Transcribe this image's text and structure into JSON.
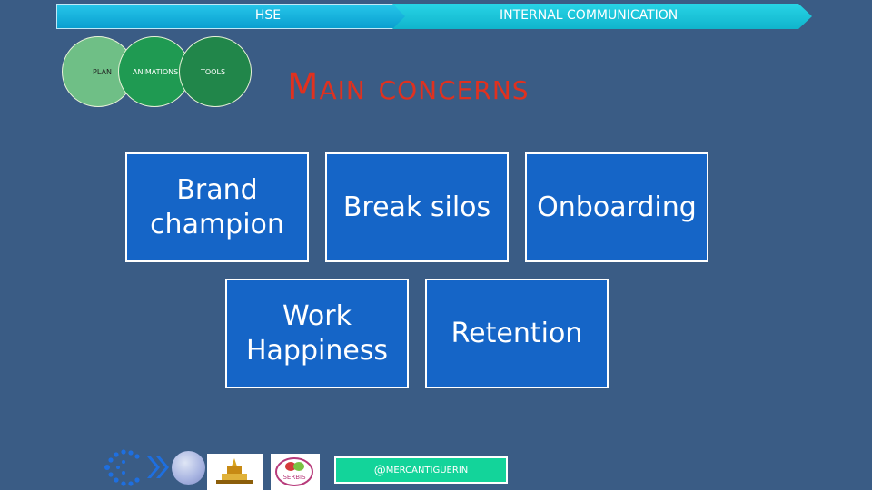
{
  "nav": {
    "hse_label": "HSE",
    "internal_comm_label": "INTERNAL COMMUNICATION"
  },
  "circles": {
    "plan": "PLAN",
    "animations": "ANIMATIONS",
    "tools": "TOOLS"
  },
  "title": "Main concerns",
  "concerns": [
    "Brand\nchampion",
    "Break silos",
    "Onboarding",
    "Work\nHappiness",
    "Retention"
  ],
  "footer": {
    "at_symbol": "@",
    "handle": "MERCANTIGUERIN",
    "logo_serbis_text": "SERBIS"
  },
  "colors": {
    "background": "#3a5c85",
    "title": "#e0311f",
    "concern_box": "#1565c7",
    "handle_bg": "#13d49a"
  },
  "icons": [
    "dots-logo-icon",
    "chevron-double-right-icon",
    "sphere-icon",
    "temple-logo-icon",
    "serbis-logo-icon"
  ]
}
